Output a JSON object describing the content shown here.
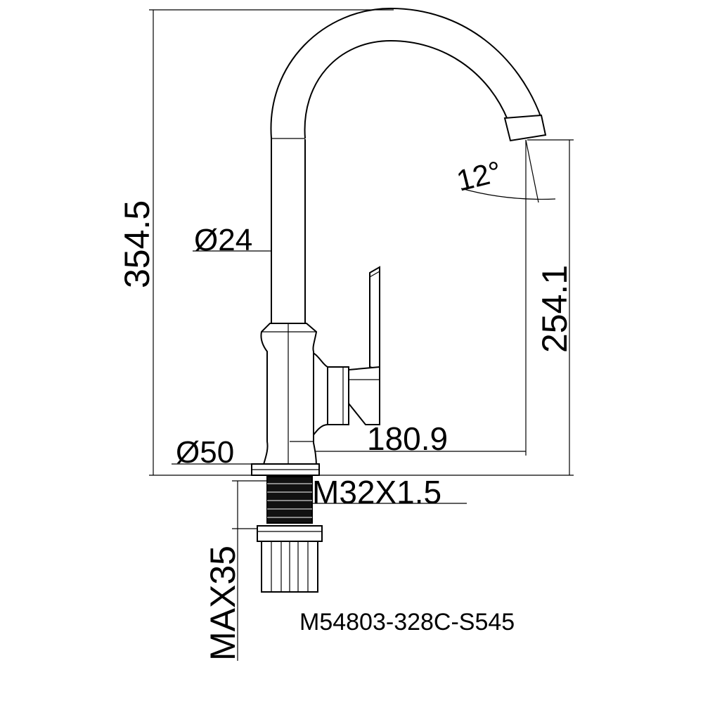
{
  "drawing": {
    "model_code": "M54803-328C-S545",
    "dimensions": {
      "total_height": "354.5",
      "spout_height": "254.1",
      "spout_reach": "180.9",
      "spout_angle": "12°",
      "tube_diameter": "Ø24",
      "base_diameter": "Ø50",
      "thread_size": "M32X1.5",
      "max_deck_thickness": "MAX35"
    },
    "colors": {
      "line": "#000000",
      "thread": "#111111",
      "background": "#ffffff"
    }
  }
}
